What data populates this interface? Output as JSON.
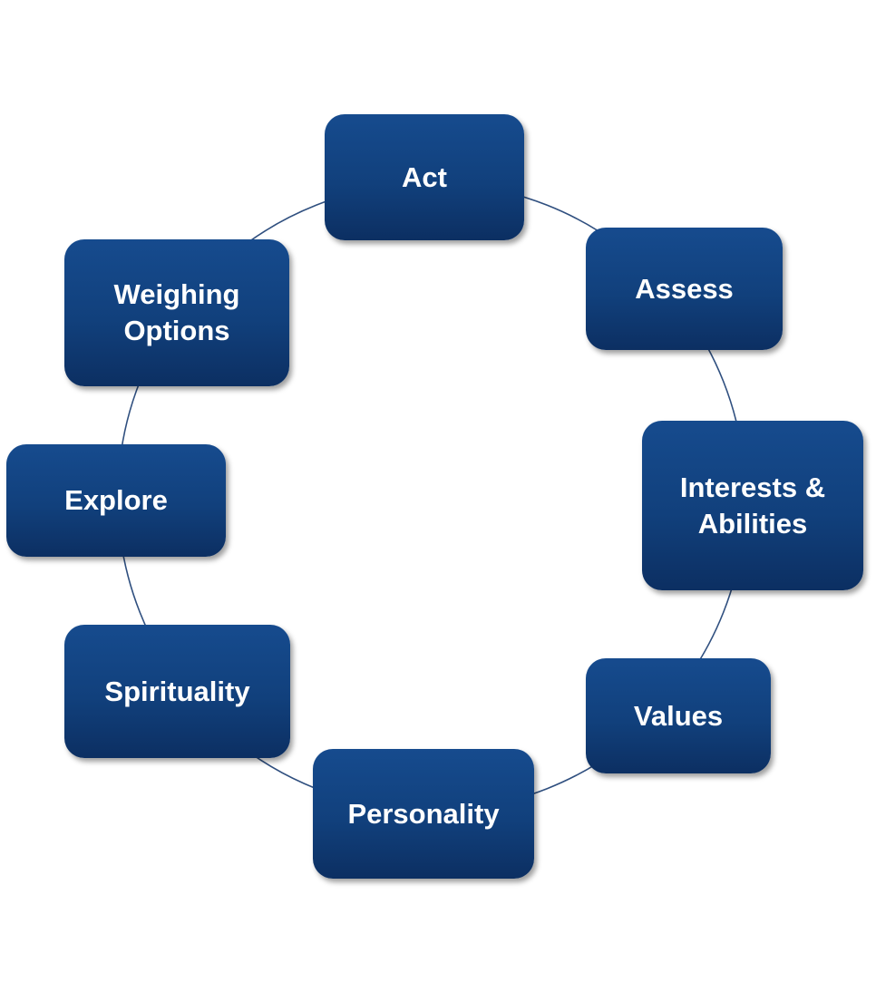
{
  "diagram": {
    "type": "cycle",
    "stages": [
      {
        "id": "act",
        "label": "Act"
      },
      {
        "id": "assess",
        "label": "Assess"
      },
      {
        "id": "interests",
        "label": "Interests &\nAbilities"
      },
      {
        "id": "values",
        "label": "Values"
      },
      {
        "id": "personality",
        "label": "Personality"
      },
      {
        "id": "spirituality",
        "label": "Spirituality"
      },
      {
        "id": "explore",
        "label": "Explore"
      },
      {
        "id": "weighing",
        "label": "Weighing\nOptions"
      }
    ],
    "colors": {
      "box_top": "#164b8e",
      "box_bottom": "#0c2f62",
      "ring_line": "#2f4f7f",
      "text": "#ffffff"
    }
  }
}
